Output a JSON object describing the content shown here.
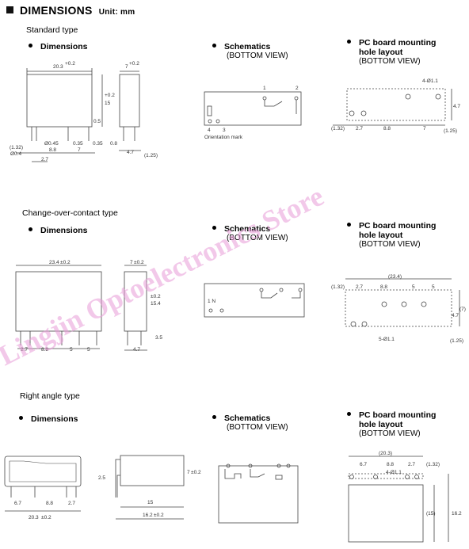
{
  "header": {
    "title": "DIMENSIONS",
    "unit": "Unit: mm"
  },
  "watermark": "Lingjin Optoelectronics Store",
  "sections": {
    "standard": {
      "title": "Standard type",
      "dimensions_label": "Dimensions",
      "schematics_label": "Schematics",
      "schematics_view": "(BOTTOM VIEW)",
      "pcb_label_1": "PC board mounting",
      "pcb_label_2": "hole layout",
      "pcb_view": "(BOTTOM VIEW)",
      "dim_labels": {
        "width": "20.3",
        "width_tol": "+0.2",
        "depth": "7",
        "depth_tol": "+0.2",
        "height": "15",
        "height_tol": "+0.2",
        "pin_off": "0.5",
        "a132": "(1.32)",
        "d045": "Ø0.45",
        "d04": "Ø0.4",
        "p035a": "0.35",
        "p035b": "0.35",
        "p08": "0.8",
        "p88": "8.8",
        "p7": "7",
        "p27": "2.7",
        "p47": "4.7",
        "p125": "(1.25)"
      },
      "schem_labels": {
        "pin1": "1",
        "pin2": "2",
        "pin3": "3",
        "pin4": "4",
        "orient": "Orientation mark"
      },
      "pcb_labels": {
        "holes": "4-Ø1.1",
        "a132": "(1.32)",
        "p27": "2.7",
        "p88": "8.8",
        "p7": "7",
        "p47": "4.7",
        "p125": "(1.25)"
      }
    },
    "changeover": {
      "title": "Change-over-contact type",
      "dimensions_label": "Dimensions",
      "schematics_label": "Schematics",
      "schematics_view": "(BOTTOM VIEW)",
      "pcb_label_1": "PC board mounting",
      "pcb_label_2": "hole layout",
      "pcb_view": "(BOTTOM VIEW)",
      "dim_labels": {
        "width": "23.4",
        "width_tol": "±0.2",
        "depth": "7",
        "depth_tol": "±0.2",
        "height": "15.4",
        "height_tol": "±0.2",
        "p27": "2.7",
        "p88": "8.8",
        "p5a": "5",
        "p5b": "5",
        "p47": "4.7",
        "p35": "3.5"
      },
      "schem_labels": {
        "mark": "1 N"
      },
      "pcb_labels": {
        "a132": "(1.32)",
        "total": "(23.4)",
        "p27": "2.7",
        "p88": "8.8",
        "p5a": "5",
        "p5b": "5",
        "p47": "4.7",
        "p7": "(7)",
        "p125": "(1.25)",
        "holes": "5-Ø1.1"
      }
    },
    "rightangle": {
      "title": "Right angle type",
      "dimensions_label": "Dimensions",
      "schematics_label": "Schematics",
      "schematics_view": "(BOTTOM VIEW)",
      "pcb_label_1": "PC board mounting",
      "pcb_label_2": "hole layout",
      "pcb_view": "(BOTTOM VIEW)",
      "dim_labels": {
        "p67": "6.7",
        "p88": "8.8",
        "p27": "2.7",
        "width": "20.3",
        "width_tol": "±0.2",
        "p25": "2.5",
        "p7": "7",
        "p7_tol": "±0.2",
        "p15": "15",
        "p162": "16.2",
        "p162_tol": "±0.2"
      },
      "pcb_labels": {
        "total": "(20.3)",
        "p67": "6.7",
        "p88": "8.8",
        "p27": "2.7",
        "a132": "(1.32)",
        "holes": "4-Ø1.1",
        "p15": "(15)",
        "p162": "16.2"
      }
    }
  }
}
